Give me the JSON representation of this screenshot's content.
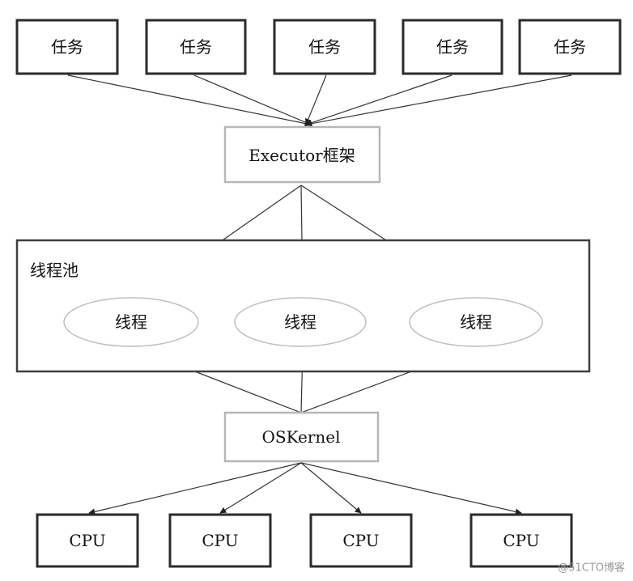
{
  "tasks": [
    "任务",
    "任务",
    "任务",
    "任务",
    "任务"
  ],
  "executor": "Executor框架",
  "pool": {
    "label": "线程池",
    "threads": [
      "线程",
      "线程",
      "线程"
    ]
  },
  "kernel": "OSKernel",
  "cpus": [
    "CPU",
    "CPU",
    "CPU",
    "CPU"
  ],
  "watermark": "@51CTO博客"
}
